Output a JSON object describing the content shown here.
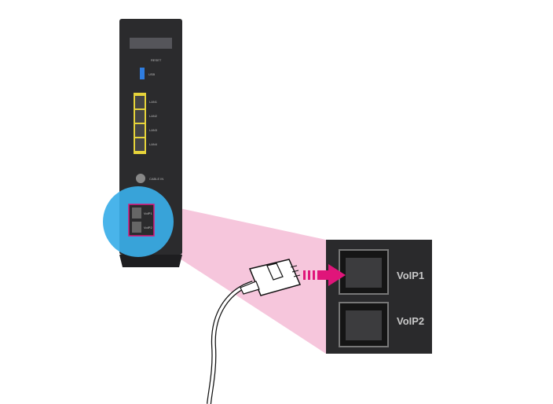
{
  "router": {
    "reset_label": "RESET",
    "usb_label": "USB",
    "lan_labels": [
      "LAN1",
      "LAN2",
      "LAN3",
      "LAN4"
    ],
    "cable_label": "CABLE IN",
    "voip_labels": [
      "VoIP1",
      "VoIP2"
    ]
  },
  "inset": {
    "voip_labels": [
      "VoIP1",
      "VoIP2"
    ]
  },
  "colors": {
    "highlight": "#3aaee8",
    "zoom_cone": "#f6c6dc",
    "arrow": "#e0157a",
    "lan": "#e6d33a"
  }
}
